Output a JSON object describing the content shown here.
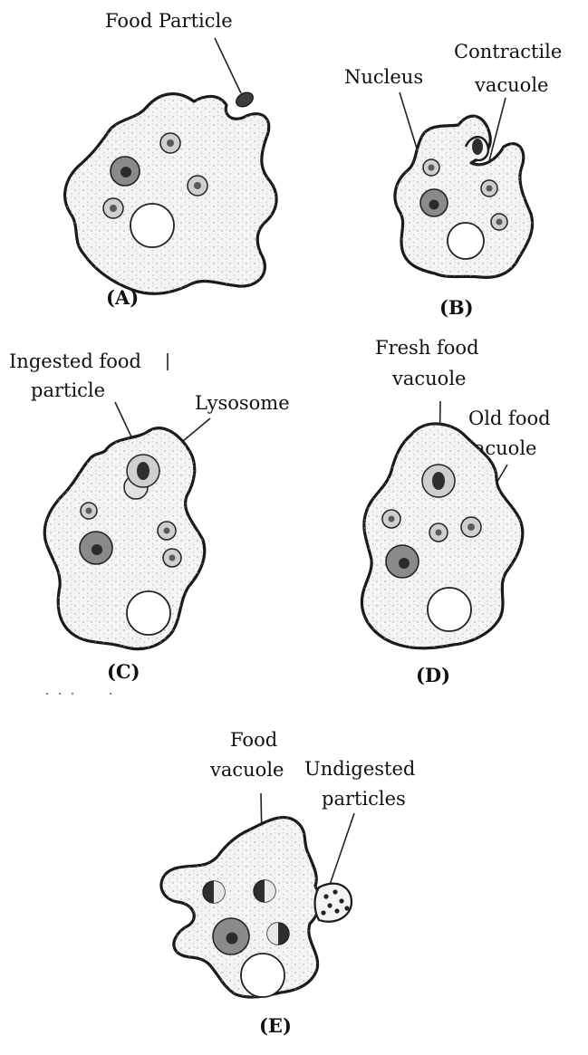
{
  "panels": {
    "a": {
      "caption": "(A)",
      "labels": {
        "food_particle": "Food Particle"
      }
    },
    "b": {
      "caption": "(B)",
      "labels": {
        "nucleus": "Nucleus",
        "contractile_1": "Contractile",
        "contractile_2": "vacuole"
      }
    },
    "c": {
      "caption": "(C)",
      "labels": {
        "ingested_1": "Ingested food",
        "ingested_2": "particle",
        "lysosome": "Lysosome"
      }
    },
    "d": {
      "caption": "(D)",
      "labels": {
        "fresh_1": "Fresh food",
        "fresh_2": "vacuole",
        "old_1": "Old food",
        "old_2": "vacuole"
      }
    },
    "e": {
      "caption": "(E)",
      "labels": {
        "food_1": "Food",
        "food_2": "vacuole",
        "undigested_1": "Undigested",
        "undigested_2": "particles"
      }
    }
  },
  "colors": {
    "outline": "#1a1a1a",
    "cytoplasm": "#f4f4f2",
    "nucleus": "#8a8a8a"
  }
}
